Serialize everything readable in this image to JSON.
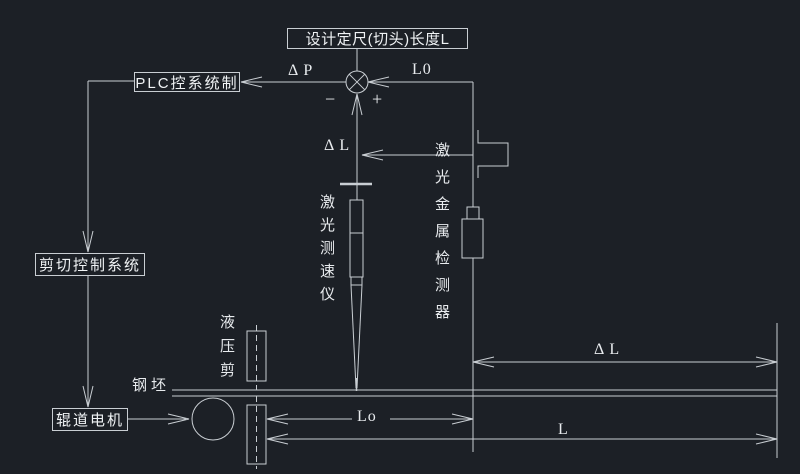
{
  "colors": {
    "background": "#1c2026",
    "line": "#c9ced3",
    "text": "#e8ebee"
  },
  "nodes": {
    "design_length_box": "设计定尺(切头)长度L",
    "plc_box": "PLC控系统制",
    "shear_control_box": "剪切控制系统",
    "roller_motor_box": "辊道电机"
  },
  "labels": {
    "delta_p": "Δ P",
    "l0_top": "L0",
    "minus": "−",
    "plus": "+",
    "delta_l_feedback": "Δ L",
    "steel_billet": "钢坯",
    "lo_dim": "Lo",
    "l_dim": "L",
    "delta_l_dim": "Δ L"
  },
  "vertical_labels": {
    "hydraulic_shear": "液压剪",
    "laser_velocimeter": "激光测速仪",
    "laser_metal_detector": "激光金属检测器"
  }
}
